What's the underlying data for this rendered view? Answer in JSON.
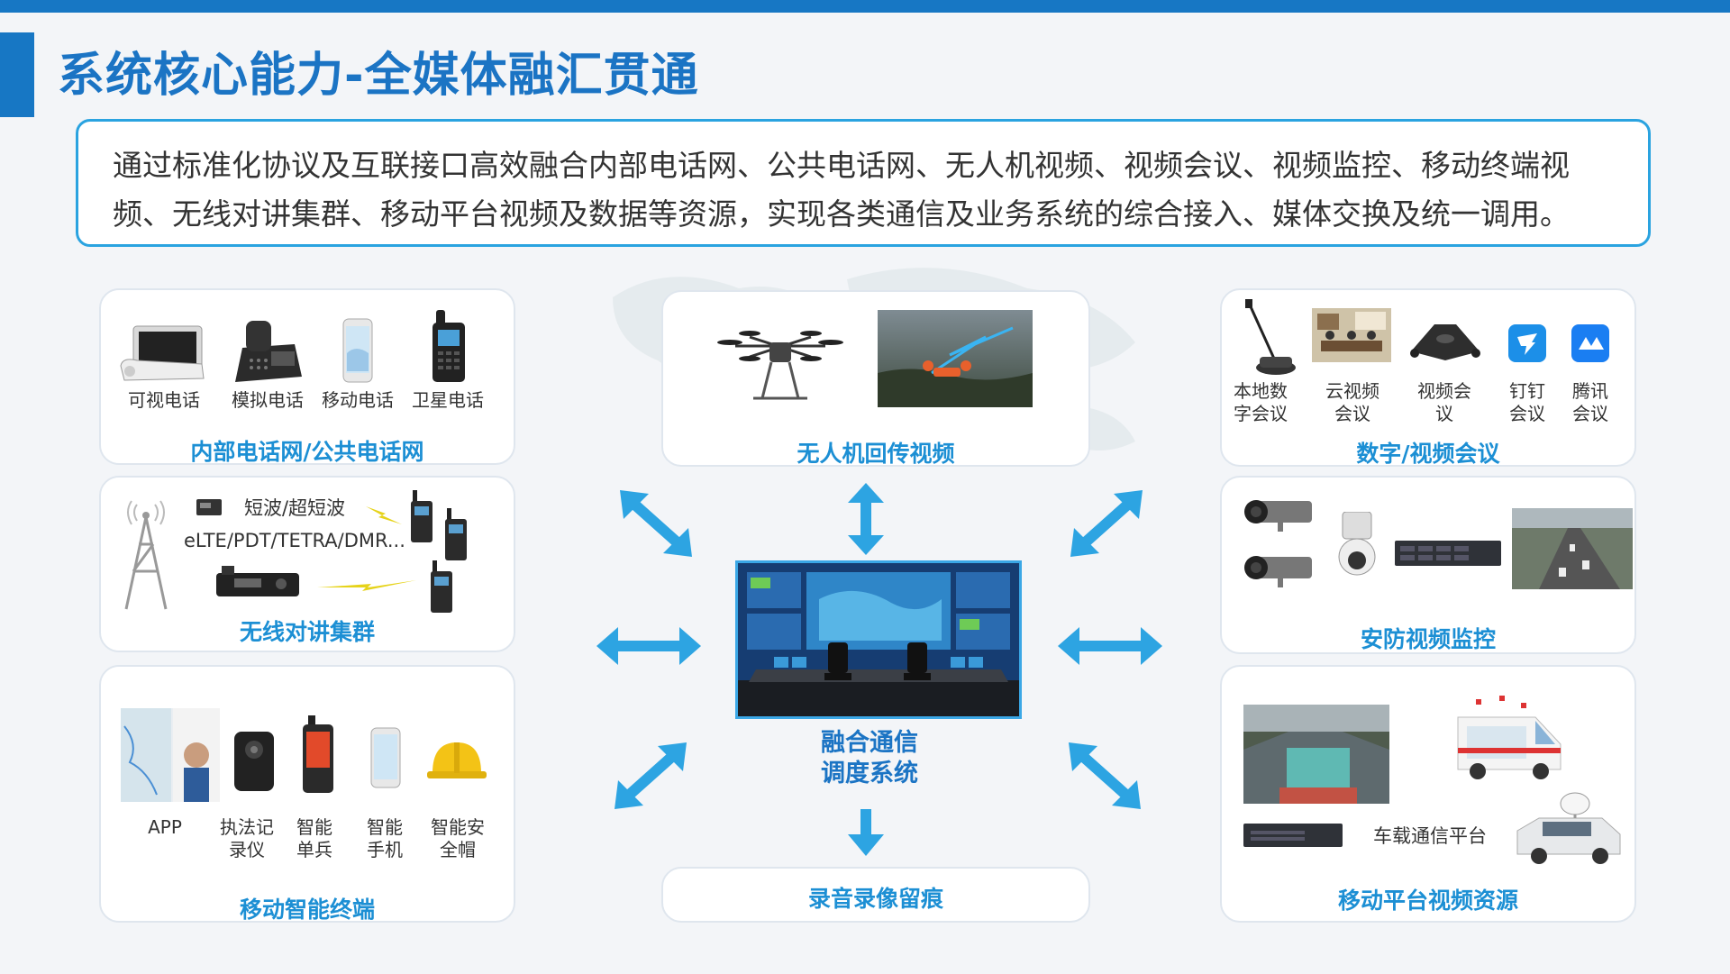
{
  "title": "系统核心能力-全媒体融汇贯通",
  "intro": "通过标准化协议及互联接口高效融合内部电话网、公共电话网、无人机视频、视频会议、视频监控、移动终端视频、无线对讲集群、移动平台视频及数据等资源，实现各类通信及业务系统的综合接入、媒体交换及统一调用。",
  "panels": {
    "phone": {
      "label": "内部电话网/公共电话网",
      "items": [
        "可视电话",
        "模拟电话",
        "移动电话",
        "卫星电话"
      ]
    },
    "drone": {
      "label": "无人机回传视频"
    },
    "conference": {
      "label": "数字/视频会议",
      "items": [
        "本地数\n字会议",
        "云视频\n会议",
        "视频会\n议",
        "钉钉\n会议",
        "腾讯\n会议"
      ]
    },
    "radio": {
      "label": "无线对讲集群",
      "text1": "短波/超短波",
      "text2": "eLTE/PDT/TETRA/DMR..."
    },
    "security": {
      "label": "安防视频监控"
    },
    "mobile": {
      "label": "移动智能终端",
      "items": [
        "APP",
        "执法记\n录仪",
        "智能\n单兵",
        "智能\n手机",
        "智能安\n全帽"
      ]
    },
    "vehicle": {
      "label": "移动平台视频资源",
      "text": "车载通信平台"
    },
    "record": {
      "label": "录音录像留痕"
    }
  },
  "center": {
    "label": "融合通信\n调度系统"
  },
  "colors": {
    "accent": "#1b74c4",
    "label": "#1c8fd4",
    "arrow": "#2da4e2"
  }
}
